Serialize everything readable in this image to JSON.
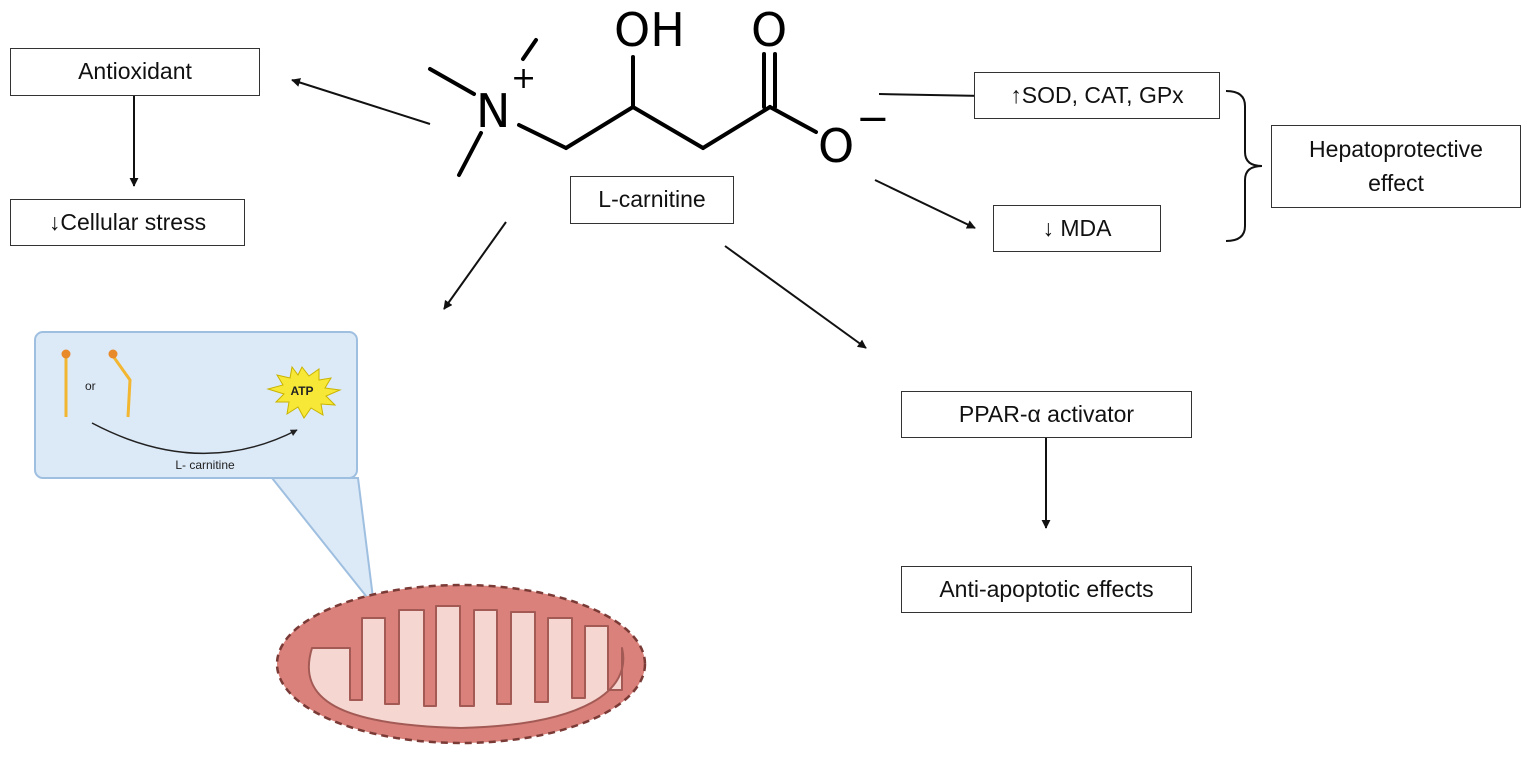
{
  "molecule": {
    "hydroxyl": "OH",
    "carbonyl_oxygen": "O",
    "carboxylate_oxygen": "O",
    "carboxylate_charge": "−",
    "nitrogen": "N",
    "nitrogen_charge": "+"
  },
  "boxes": {
    "antioxidant": "Antioxidant",
    "cellular_stress": "↓Cellular stress",
    "l_carnitine": "L-carnitine",
    "enzymes": "↑SOD, CAT, GPx",
    "mda": "↓ MDA",
    "hepatoprotective": "Hepatoprotective\neffect",
    "ppar": "PPAR-α activator",
    "anti_apoptotic": "Anti-apoptotic effects"
  },
  "inset": {
    "or_label": "or",
    "atp_label": "ATP",
    "arrow_label": "L- carnitine"
  },
  "colors": {
    "inset_fill": "#dce9f7",
    "inset_border": "#9fbfe0",
    "fatty_acid": "#f2b630",
    "fatty_acid_head": "#e8892a",
    "atp_burst": "#f7e838",
    "mito_outer": "#d9817a",
    "mito_inner": "#f6d6d1",
    "mito_edge": "#7a3a36"
  }
}
